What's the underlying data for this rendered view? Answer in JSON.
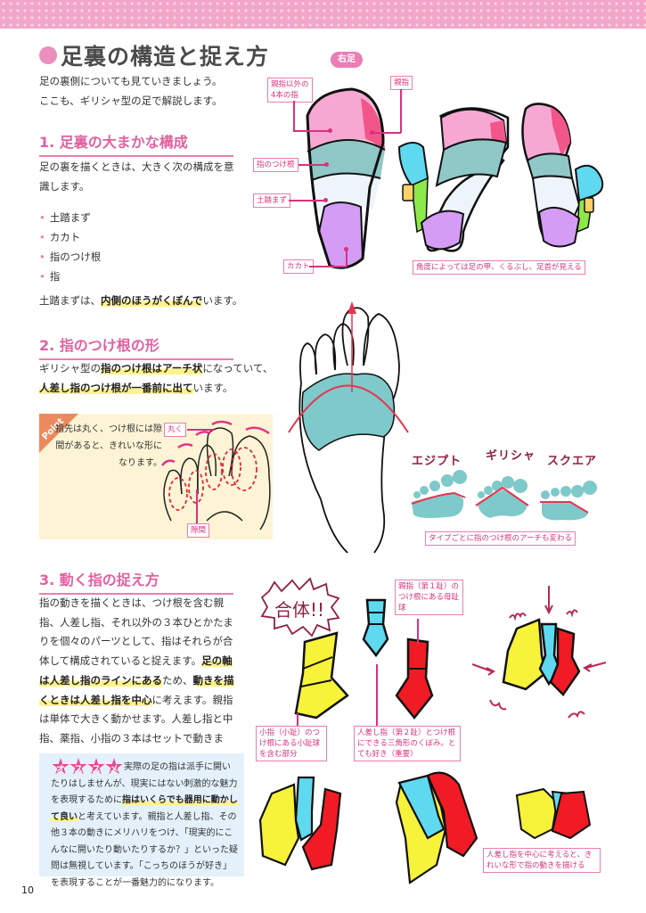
{
  "page": {
    "title": "足裏の構造と捉え方",
    "intro": [
      "足の裏側についても見ていきましょう。",
      "ここも、ギリシャ型の足で解説します。"
    ],
    "page_number": "10",
    "colors": {
      "accent_pink": "#e2609f",
      "header_pink": "#f2a6c8",
      "highlight_yellow": "#fff38a",
      "point_orange": "#ed8a5d",
      "teal": "#7ec9c9",
      "cyan": "#5fd9f0",
      "yellow": "#f7f23a",
      "red": "#f01b24"
    }
  },
  "section1": {
    "heading": "1. 足裏の大まかな構成",
    "text": [
      "足の裏を描くときは、大きく次の構成を意",
      "識します。"
    ],
    "bullets": [
      "土踏まず",
      "カカト",
      "指のつけ根",
      "指"
    ],
    "note_prefix": "土踏まずは、",
    "note_highlight": "内側のほうがくぼんで",
    "note_suffix": "います。"
  },
  "figure1": {
    "pill": "右足",
    "labels": {
      "other_toes": "親指以外の\n4本の指",
      "big_toe": "親指",
      "toe_base": "指のつけ根",
      "arch": "土踏まず",
      "heel": "カカト",
      "angle_note": "角度によっては足の甲、くるぶし、足首が見える"
    }
  },
  "section2": {
    "heading": "2. 指のつけ根の形",
    "line1_prefix": "ギリシャ型の",
    "line1_hl1": "指のつけ根",
    "line1_mid": "は",
    "line1_hl2": "アーチ状",
    "line1_suffix": "になっていて、",
    "line2_hl": "人差し指のつけ根が一番前に出て",
    "line2_suffix": "います。"
  },
  "point": {
    "badge": "Point",
    "text": "指先は丸く、つけ根には隙間があると、きれいな形になります。",
    "label_round": "丸く",
    "label_gap": "隙間"
  },
  "figure2": {
    "types": [
      "エジプト",
      "ギリシャ",
      "スクエア"
    ],
    "note": "タイプごとに指のつけ根のアーチも変わる"
  },
  "section3": {
    "heading": "3. 動く指の捉え方",
    "p1": "指の動きを描くときは、つけ根を含む親指、人差し指、それ以外の３本ひとかたまりを個々のパーツとして、指はそれらが合体して構成されていると捉えます。",
    "hl1": "足の軸は人差し指のラインにある",
    "p2": "ため、",
    "hl2": "動きを描くときは人差し指を中心",
    "p3": "に考えます。親指は単体で大きく動かせます。人差し指と中指、薬指、小指の３本はセットで動きます。"
  },
  "figure3": {
    "burst": "合体!!",
    "label_big_toe": "親指（第１趾）のつけ根にある母趾球",
    "label_little_toe": "小指（小趾）のつけ根にある小趾球を含む部分",
    "label_index_toe": "人差し指（第２趾）とつけ根にできる三角形のくぼみ。とても好き（重要）",
    "label_center": "人差し指を中心に考えると、きれいな形で指の動きを描ける"
  },
  "osusume": {
    "stars": [
      "オ",
      "ス",
      "ス",
      "メ"
    ],
    "text_pre": "実際の足の指は派手に開いたりはしませんが、現実にはない刺激的な魅力を表現するために",
    "text_hl": "指はいくらでも器用に動かして良い",
    "text_post": "と考えています。親指と人差し指、その他３本の動きにメリハリをつけ、「現実的にこんなに開いたり動いたりするか？」といった疑問は無視しています。「こっちのほうが好き」を表現することが一番魅力的になります。"
  }
}
